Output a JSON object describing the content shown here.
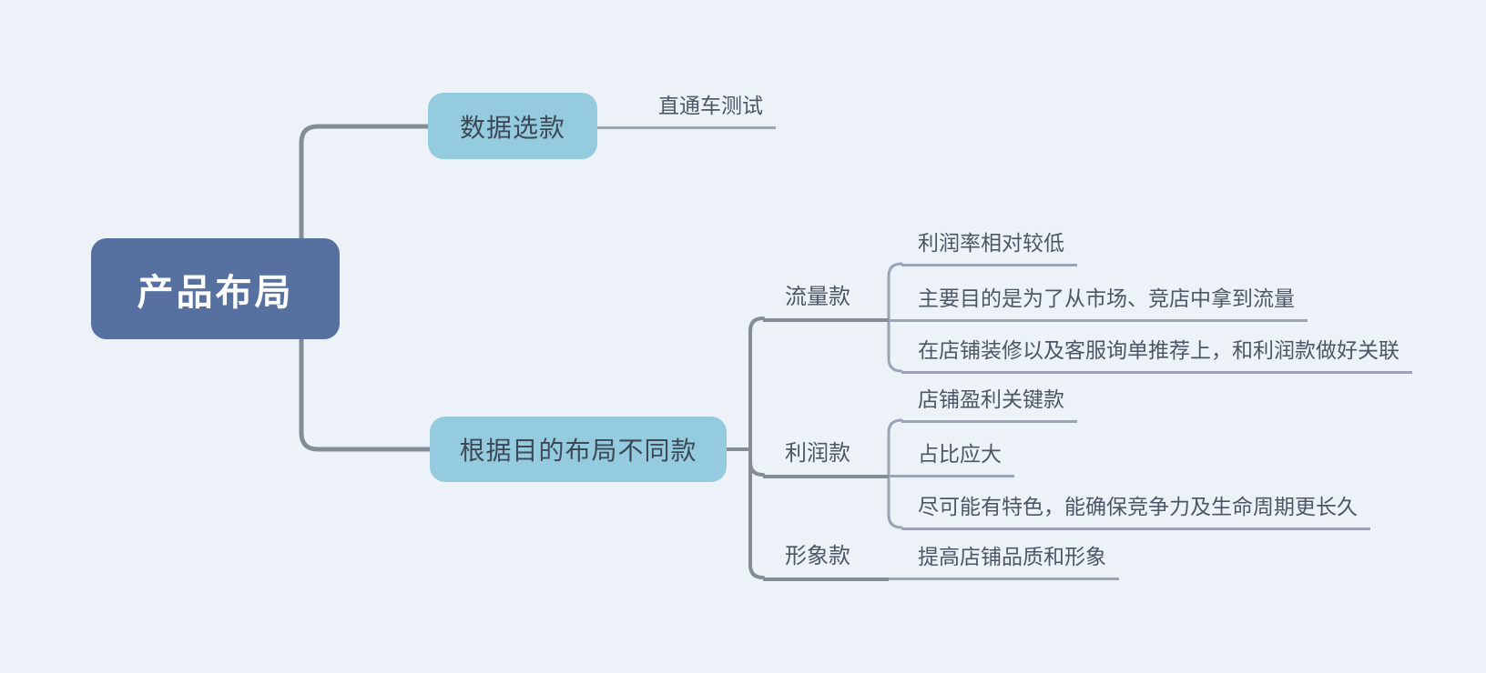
{
  "mindmap": {
    "root": {
      "label": "产品布局"
    },
    "branches": [
      {
        "label": "数据选款",
        "children": [
          {
            "label": "直通车测试"
          }
        ]
      },
      {
        "label": "根据目的布局不同款",
        "children": [
          {
            "label": "流量款",
            "notes": [
              "利润率相对较低",
              "主要目的是为了从市场、竞店中拿到流量",
              "在店铺装修以及客服询单推荐上，和利润款做好关联"
            ]
          },
          {
            "label": "利润款",
            "notes": [
              "店铺盈利关键款",
              "占比应大",
              "尽可能有特色，能确保竞争力及生命周期更长久"
            ]
          },
          {
            "label": "形象款",
            "notes": [
              "提高店铺品质和形象"
            ]
          }
        ]
      }
    ]
  },
  "colors": {
    "background": "#edf2f8",
    "root_fill": "#56719f",
    "root_text": "#ffffff",
    "branch_fill": "#94cbde",
    "branch_text": "#3d4956",
    "note_text": "#4c5664",
    "line_primary": "#848c97",
    "line_secondary": "#9aa4b4"
  }
}
